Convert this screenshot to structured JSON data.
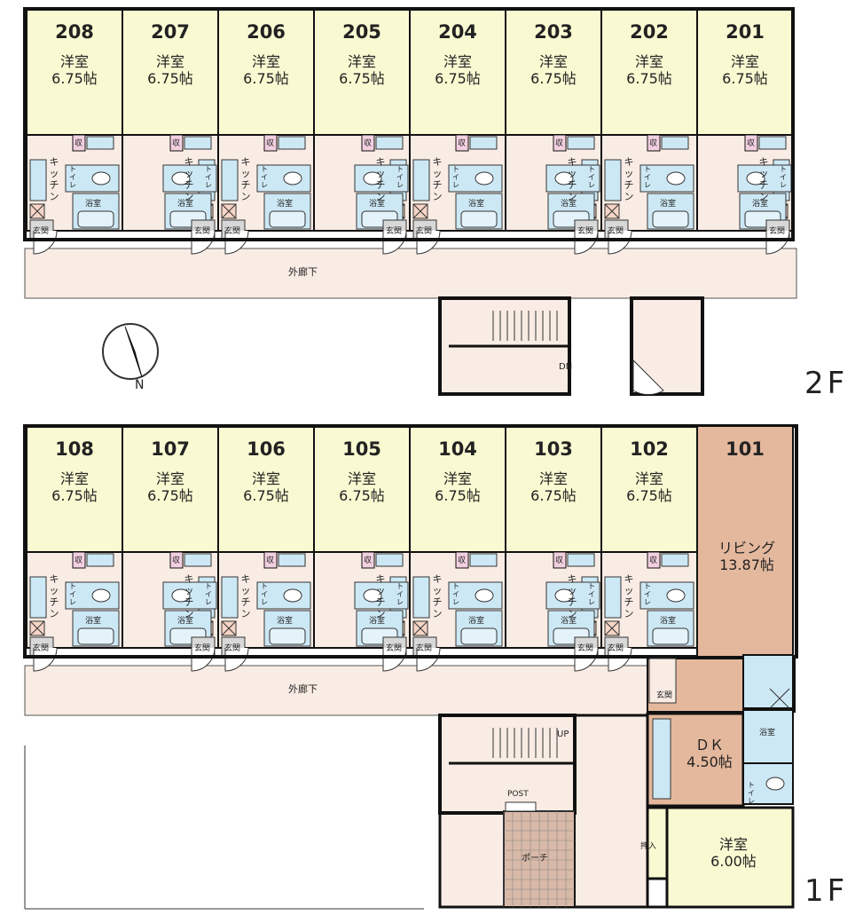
{
  "floors": [
    {
      "label": "2F",
      "rooms": [
        {
          "number": "208",
          "type": "洋室",
          "size": "6.75帖"
        },
        {
          "number": "207",
          "type": "洋室",
          "size": "6.75帖"
        },
        {
          "number": "206",
          "type": "洋室",
          "size": "6.75帖"
        },
        {
          "number": "205",
          "type": "洋室",
          "size": "6.75帖"
        },
        {
          "number": "204",
          "type": "洋室",
          "size": "6.75帖"
        },
        {
          "number": "203",
          "type": "洋室",
          "size": "6.75帖"
        },
        {
          "number": "202",
          "type": "洋室",
          "size": "6.75帖"
        },
        {
          "number": "201",
          "type": "洋室",
          "size": "6.75帖"
        }
      ],
      "corridor": "外廊下",
      "stairs": "DN"
    },
    {
      "label": "1F",
      "rooms": [
        {
          "number": "108",
          "type": "洋室",
          "size": "6.75帖"
        },
        {
          "number": "107",
          "type": "洋室",
          "size": "6.75帖"
        },
        {
          "number": "106",
          "type": "洋室",
          "size": "6.75帖"
        },
        {
          "number": "105",
          "type": "洋室",
          "size": "6.75帖"
        },
        {
          "number": "104",
          "type": "洋室",
          "size": "6.75帖"
        },
        {
          "number": "103",
          "type": "洋室",
          "size": "6.75帖"
        },
        {
          "number": "102",
          "type": "洋室",
          "size": "6.75帖"
        }
      ],
      "corridor": "外廊下",
      "stairs": "UP",
      "post": "POST",
      "porch": "ポーチ",
      "owner_unit": {
        "number": "101",
        "living": "リビング",
        "living_size": "13.87帖",
        "dk": "ＤＫ",
        "dk_size": "4.50帖",
        "western": "洋室",
        "western_size": "6.00帖",
        "bath": "浴室",
        "toilet": "トイレ",
        "closet": "押入",
        "entrance": "玄関"
      }
    }
  ],
  "unit_labels": {
    "storage": "収",
    "kitchen": "キッチン",
    "toilet": "トイレ",
    "bath": "浴室",
    "entrance": "玄関"
  },
  "compass": {
    "north": "N"
  },
  "colors": {
    "room": "#fafad2",
    "corridor": "#f9ece4",
    "living": "#e4b89d",
    "fixture": "#cde8f5",
    "wall": "#111111",
    "porch": "#d9b9a7"
  }
}
